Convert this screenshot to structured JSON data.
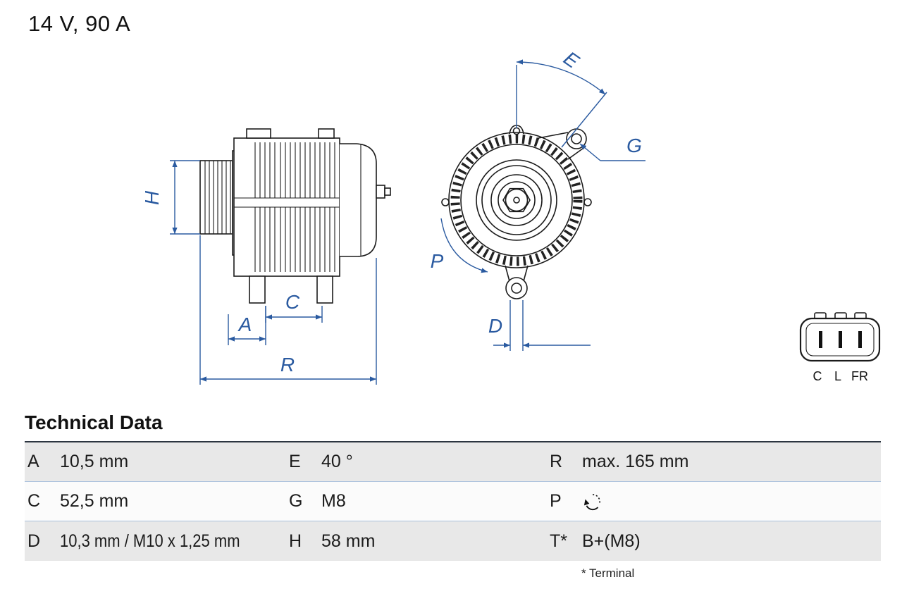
{
  "title": "14 V, 90 A",
  "colors": {
    "dimension_blue": "#2a5aa0",
    "drawing_ink": "#1b1b1b",
    "row_shaded": "#e8e8e8",
    "row_plain": "#fbfbfb",
    "row_separator": "#aac1dd",
    "table_top_border": "#2c3540"
  },
  "drawing": {
    "side_view": {
      "labels": {
        "H": "H",
        "A": "A",
        "C": "C",
        "R": "R"
      }
    },
    "front_view": {
      "labels": {
        "E": "E",
        "G": "G",
        "P": "P",
        "D": "D"
      }
    },
    "connector": {
      "labels": [
        "C",
        "L",
        "FR"
      ]
    }
  },
  "table": {
    "heading": "Technical Data",
    "footnote": "* Terminal",
    "rows": [
      {
        "cells": [
          {
            "key": "A",
            "value": "10,5 mm"
          },
          {
            "key": "E",
            "value": "40 °"
          },
          {
            "key": "R",
            "value": "max. 165 mm"
          }
        ]
      },
      {
        "cells": [
          {
            "key": "C",
            "value": "52,5 mm"
          },
          {
            "key": "G",
            "value": "M8"
          },
          {
            "key": "P",
            "value": "",
            "icon": "counterclockwise-rotation"
          }
        ]
      },
      {
        "cells": [
          {
            "key": "D",
            "value": "10,3 mm / M10 x 1,25 mm"
          },
          {
            "key": "H",
            "value": "58 mm"
          },
          {
            "key": "T*",
            "value": "B+(M8)"
          }
        ]
      }
    ]
  }
}
